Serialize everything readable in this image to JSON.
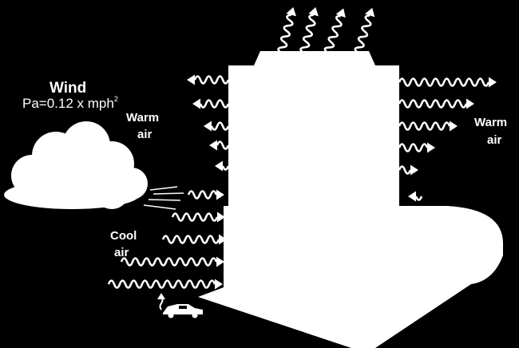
{
  "wind": {
    "title": "Wind",
    "formula_main": "Pa=0.12 x mph",
    "formula_exp": "2"
  },
  "labels": {
    "warm_left_line1": "Warm",
    "warm_left_line2": "air",
    "warm_right_line1": "Warm",
    "warm_right_line2": "air",
    "cool_line1": "Cool",
    "cool_line2": "air"
  },
  "colors": {
    "background": "#000000",
    "foreground": "#ffffff"
  },
  "icons": [
    "cloud-icon",
    "car-icon",
    "wavy-arrow-icon"
  ]
}
